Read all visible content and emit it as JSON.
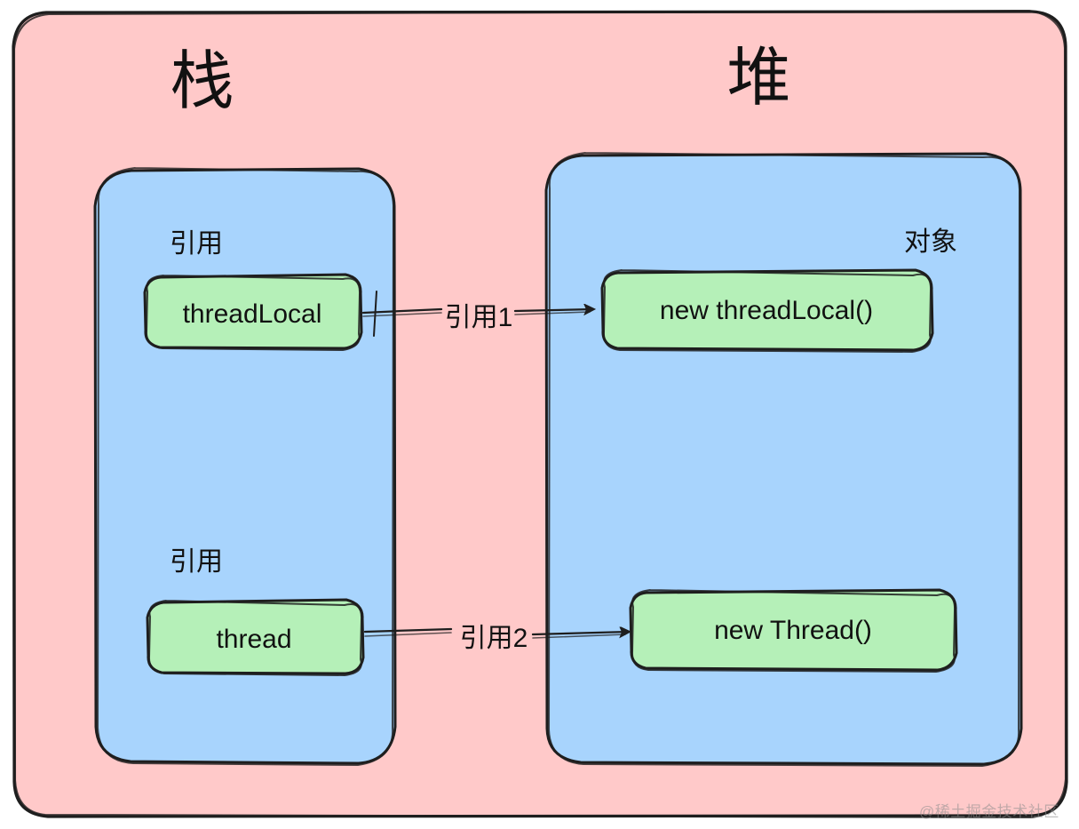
{
  "diagram": {
    "title_left": "栈",
    "title_right": "堆",
    "watermark": "@稀土掘金技术社区",
    "colors": {
      "outer_fill": "#ffc9c9",
      "region_fill": "#a8d4fd",
      "node_fill": "#b5f0b8",
      "stroke": "#1e1e1e",
      "text": "#111111"
    },
    "regions": [
      {
        "id": "stack",
        "heading": "栈",
        "zone_labels": [
          "引用",
          "引用"
        ],
        "nodes": [
          "threadLocal",
          "thread"
        ]
      },
      {
        "id": "heap",
        "heading": "堆",
        "zone_labels": [
          "对象"
        ],
        "nodes": [
          "new threadLocal()",
          "new Thread()"
        ]
      }
    ],
    "labels": {
      "ref_top": "引用",
      "ref_bottom": "引用",
      "object": "对象"
    },
    "nodes": {
      "stack_threadlocal": "threadLocal",
      "stack_thread": "thread",
      "heap_threadlocal": "new threadLocal()",
      "heap_thread": "new Thread()"
    },
    "edges": [
      {
        "id": "edge-1",
        "label": "引用1",
        "from": "threadLocal",
        "to": "new threadLocal()"
      },
      {
        "id": "edge-2",
        "label": "引用2",
        "from": "thread",
        "to": "new Thread()"
      }
    ],
    "edge_labels": {
      "edge1": "引用1",
      "edge2": "引用2"
    }
  }
}
